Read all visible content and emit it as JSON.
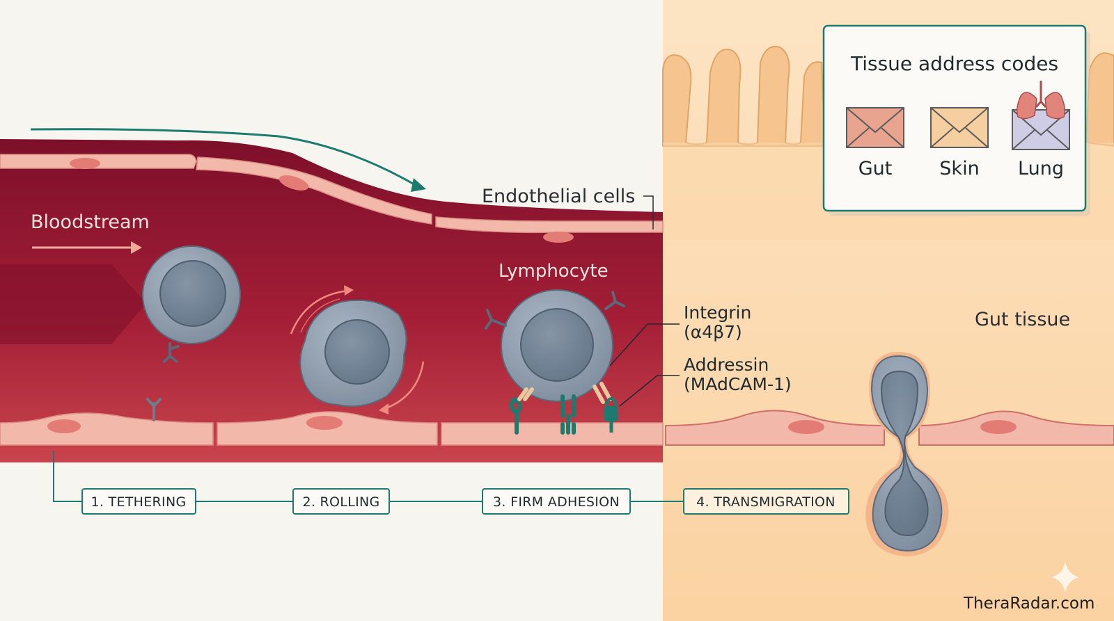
{
  "diagram": {
    "bloodstream_label": "Bloodstream",
    "endothelial_label": "Endothelial cells",
    "lymphocyte_label": "Lymphocyte",
    "integrin_label_1": "Integrin",
    "integrin_label_2": "(α4β7)",
    "addressin_label_1": "Addressin",
    "addressin_label_2": "(MAdCAM-1)",
    "tissue_label": "Gut tissue",
    "stages": [
      {
        "label": "1. TETHERING"
      },
      {
        "label": "2. ROLLING"
      },
      {
        "label": "3. FIRM ADHESION"
      },
      {
        "label": "4. TRANSMIGRATION"
      }
    ]
  },
  "legend": {
    "title": "Tissue address codes",
    "items": [
      {
        "label": "Gut",
        "icon": "envelope-icon",
        "color": "#e9a48f"
      },
      {
        "label": "Skin",
        "icon": "envelope-icon",
        "color": "#f6cfa0"
      },
      {
        "label": "Lung",
        "icon": "lungs-envelope-icon",
        "color": "#cfcde6"
      }
    ]
  },
  "watermark": "TheraRadar.com",
  "colors": {
    "vessel": "#9a1a34",
    "vessel_dark": "#7b1028",
    "endothelium": "#f1b6a8",
    "tissue": "#fbd9ad",
    "accent": "#1d7a6e",
    "cell": "#8f9eae"
  }
}
